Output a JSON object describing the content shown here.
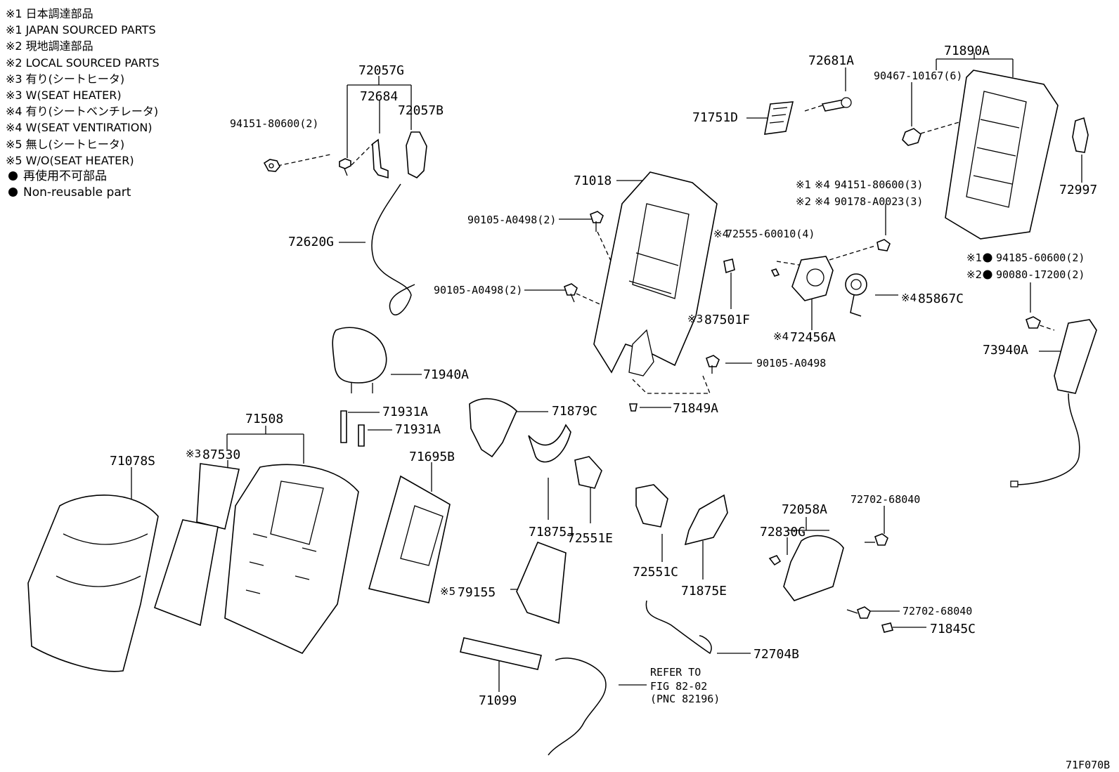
{
  "legend": {
    "lines": [
      "※1 日本調達部品",
      "※1 JAPAN SOURCED PARTS",
      "※2 現地調達部品",
      "※2 LOCAL SOURCED PARTS",
      "※3 有り(シートヒータ)",
      "※3 W(SEAT HEATER)",
      "※4 有り(シートベンチレータ)",
      "※4 W(SEAT VENTIRATION)",
      "※5 無し(シートヒータ)",
      "※5 W/O(SEAT HEATER)"
    ],
    "dot_lines": [
      "再使用不可部品",
      "Non-reusable part"
    ]
  },
  "parts": {
    "p72057G": "72057G",
    "p72684": "72684",
    "p72057B": "72057B",
    "p94151a": "94151-80600(2)",
    "p72620G": "72620G",
    "p72681A": "72681A",
    "p71751D": "71751D",
    "p71890A": "71890A",
    "p90467": "90467-10167(6)",
    "p72997": "72997",
    "p71018": "71018",
    "p90105a": "90105-A0498(2)",
    "p90105b": "90105-A0498(2)",
    "p72555_mark": "※4",
    "p72555": "72555-60010(4)",
    "p94151b_mark": "※1 ※4",
    "p94151b": "94151-80600(3)",
    "p90178_mark": "※2 ※4",
    "p90178": "90178-A0023(3)",
    "p94185_mark": "※1",
    "p94185": "94185-60600(2)",
    "p90080_mark": "※2",
    "p90080": "90080-17200(2)",
    "p85867C_mark": "※4",
    "p85867C": "85867C",
    "p87501F_mark": "※3",
    "p87501F": "87501F",
    "p472456A_mark": "※4",
    "p472456A": "72456A",
    "p90105c": "90105-A0498",
    "p73940A": "73940A",
    "p71940A": "71940A",
    "p71931A1": "71931A",
    "p71931A2": "71931A",
    "p71879C": "71879C",
    "p71849A": "71849A",
    "p71508": "71508",
    "p87530_mark": "※3",
    "p87530": "87530",
    "p71078S": "71078S",
    "p71695B": "71695B",
    "p71875J": "71875J",
    "p72551E": "72551E",
    "p79155_mark": "※5",
    "p79155": "79155",
    "p72551C": "72551C",
    "p71875E": "71875E",
    "p72058A": "72058A",
    "p72702a": "72702-68040",
    "p72830G": "72830G",
    "p72702b": "72702-68040",
    "p71845C": "71845C",
    "p72704B": "72704B",
    "p71099": "71099",
    "refer1": "REFER TO",
    "refer2": "FIG 82-02",
    "refer3": "(PNC 82196)",
    "figcode": "71F070B"
  }
}
